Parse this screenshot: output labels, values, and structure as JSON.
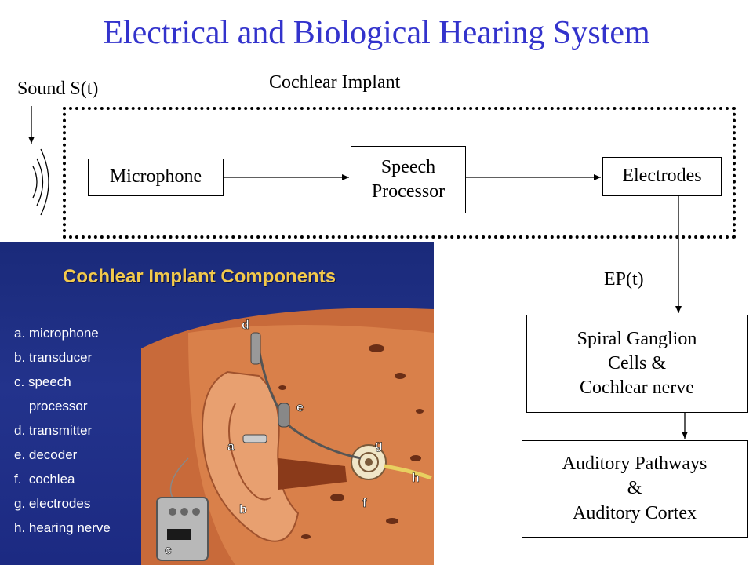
{
  "title": "Electrical and Biological Hearing System",
  "labels": {
    "sound": "Sound S(t)",
    "implant": "Cochlear Implant",
    "ep": "EP(t)"
  },
  "boxes": {
    "microphone": "Microphone",
    "speech_processor": "Speech\nProcessor",
    "electrodes": "Electrodes",
    "spiral": "Spiral Ganglion\nCells &\nCochlear nerve",
    "auditory": "Auditory Pathways\n&\nAuditory Cortex"
  },
  "illustration": {
    "title": "Cochlear Implant Components",
    "items": [
      "a. microphone",
      "b. transducer",
      "c. speech",
      "    processor",
      "d. transmitter",
      "e. decoder",
      "f.  cochlea",
      "g. electrodes",
      "h. hearing nerve"
    ],
    "callouts": [
      "a",
      "b",
      "c",
      "d",
      "e",
      "f",
      "g",
      "h"
    ]
  },
  "colors": {
    "title": "#3333cc",
    "panel_bg": "#1f2f88",
    "panel_title": "#f2c94c"
  }
}
